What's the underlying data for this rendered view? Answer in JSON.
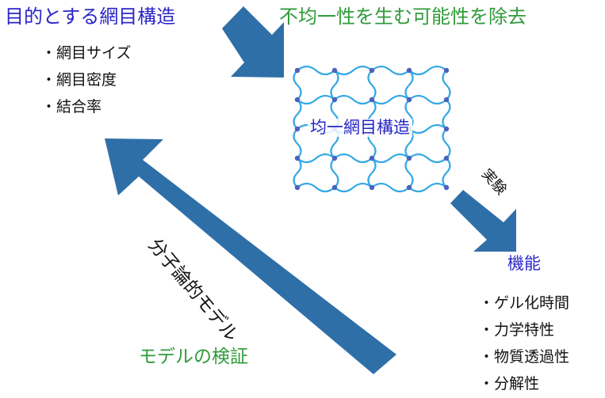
{
  "goal": {
    "title": "目的とする網目構造",
    "items": [
      "網目サイズ",
      "網目密度",
      "結合率"
    ]
  },
  "remove": {
    "title": "不均一性を生む可能性を除去"
  },
  "network": {
    "title": "均一網目構造"
  },
  "experiment": {
    "label": "実験"
  },
  "function": {
    "title": "機能",
    "items": [
      "ゲル化時間",
      "力学特性",
      "物質透過性",
      "分解性"
    ]
  },
  "model": {
    "label": "分子論的モデル"
  },
  "verify": {
    "title": "モデルの検証"
  },
  "colors": {
    "arrow": "#2f6fa8",
    "title_blue": "#2a25c8",
    "title_green": "#2f9b3a",
    "mesh": "#35a9e4",
    "node": "#4c62bd"
  }
}
